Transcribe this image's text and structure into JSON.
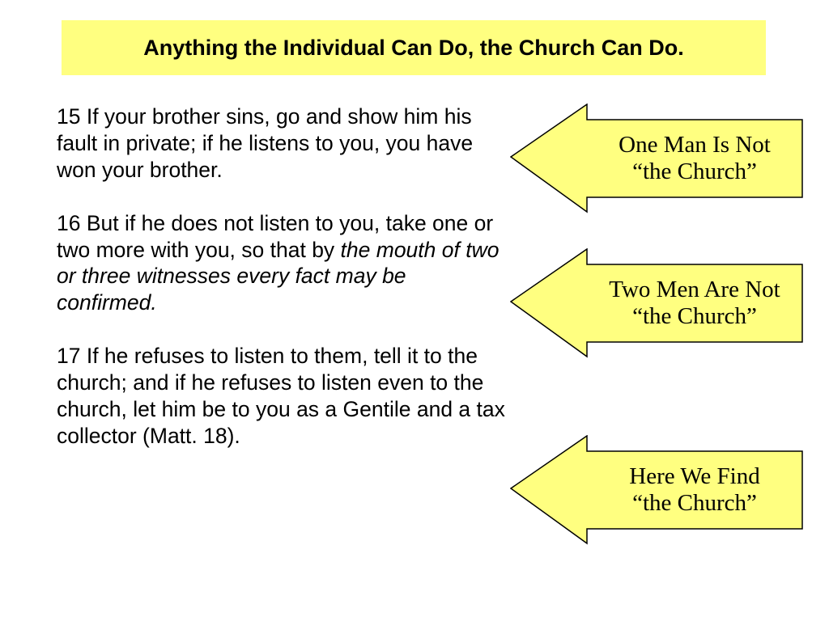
{
  "title": "Anything the Individual Can Do, the Church Can Do.",
  "verses": [
    {
      "text": "15 If your brother sins, go and show him his fault in private; if he listens to you, you have won your brother."
    },
    {
      "text_before": "16 But if he does not listen to you, take one or two more with you, so that by ",
      "text_italic": "the mouth of two or three witnesses every fact may be confirmed."
    },
    {
      "text": "17 If he refuses to listen to them, tell it to the church; and if he refuses to listen even to the church, let him be to you as a Gentile and a tax collector (Matt. 18)."
    }
  ],
  "callouts": [
    {
      "line1": "One Man Is Not",
      "line2": "“the Church”"
    },
    {
      "line1": "Two Men Are Not",
      "line2": "“the Church”"
    },
    {
      "line1": "Here We Find",
      "line2": "“the Church”"
    }
  ],
  "colors": {
    "highlight": "#ffff80",
    "outline": "#000000",
    "text": "#000000"
  }
}
